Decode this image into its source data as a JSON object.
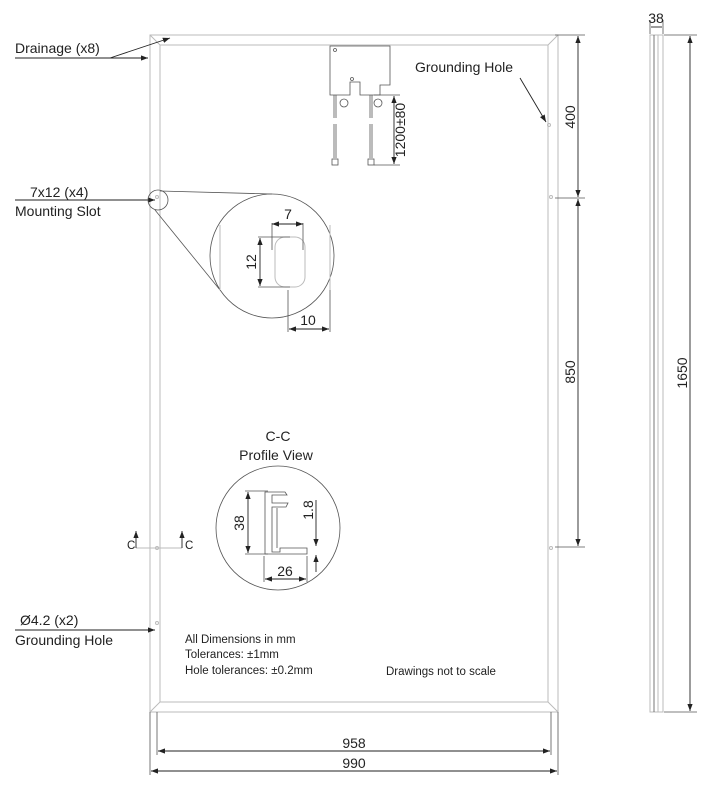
{
  "labels": {
    "drainage": "Drainage (x8)",
    "grounding_hole_top": "Grounding Hole",
    "slot_size": "7x12 (x4)",
    "mounting_slot": "Mounting Slot",
    "section_title": "C-C",
    "profile_view": "Profile View",
    "section_marker": "C",
    "ground_hole_size": "Ø4.2 (x2)",
    "grounding_hole_bottom": "Grounding Hole",
    "not_to_scale": "Drawings not to scale"
  },
  "notes": [
    "All Dimensions in mm",
    "Tolerances: ±1mm",
    "Hole tolerances: ±0.2mm"
  ],
  "dimensions": {
    "slot_width": "7",
    "slot_height": "12",
    "slot_offset": "10",
    "cable_length": "1200±80",
    "top_to_slot": "400",
    "slot_spacing": "850",
    "total_length": "1650",
    "thickness": "38",
    "profile_height": "38",
    "profile_wall": "1.8",
    "profile_flange": "26",
    "inner_width": "958",
    "outer_width": "990"
  }
}
